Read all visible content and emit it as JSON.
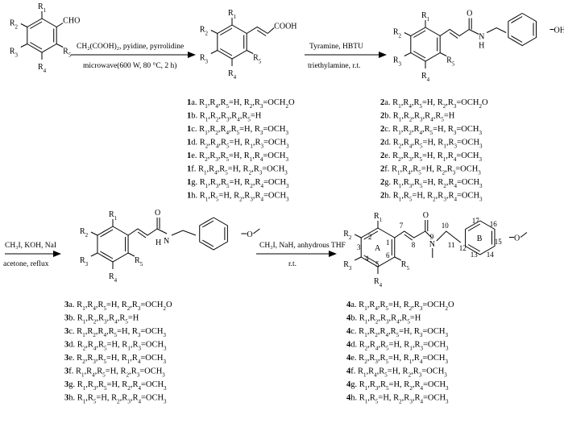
{
  "step1": {
    "reagents": "CH₂(COOH)₂, pyidine, pyrrolidine",
    "conditions": "microwave(600 W, 80 °C, 2 h)"
  },
  "step2": {
    "reagents": "Tyramine, HBTU",
    "conditions": "triethylamine, r.t."
  },
  "step3": {
    "reagents": "CH₃I, KOH, NaI",
    "conditions": "acetone, reflux"
  },
  "step4": {
    "reagents": "CH₃I, NaH, anhydrous THF",
    "conditions": "r.t."
  },
  "structure_labels": {
    "aldehyde_group": "CHO",
    "acid_group": "COOH",
    "hydroxyl_group": "OH",
    "amide_o": "O",
    "amide_nh": "N",
    "amide_h": "H",
    "ether_o": "O",
    "ring_a": "A",
    "ring_b": "B",
    "n_methyl_n": "N"
  },
  "series_1": [
    {
      "id": "1",
      "letter": "a",
      "text": "R1,R4,R5=H, R2,R3=OCH2O"
    },
    {
      "id": "1",
      "letter": "b",
      "text": "R1,R2,R3,R4,R5=H"
    },
    {
      "id": "1",
      "letter": "c",
      "text": "R1,R2,R4,R5=H, R3=OCH3"
    },
    {
      "id": "1",
      "letter": "d",
      "text": "R2,R4,R5=H, R1,R3=OCH3"
    },
    {
      "id": "1",
      "letter": "e",
      "text": "R2,R3,R5=H, R1,R4=OCH3"
    },
    {
      "id": "1",
      "letter": "f",
      "text": "R1,R4,R5=H, R2,R3=OCH3"
    },
    {
      "id": "1",
      "letter": "g",
      "text": "R1,R3,R5=H, R2,R4=OCH3"
    },
    {
      "id": "1",
      "letter": "h",
      "text": "R1,R5=H, R2,R3,R4=OCH3"
    }
  ],
  "series_2": [
    {
      "id": "2",
      "letter": "a",
      "text": "R1,R4,R5=H, R2,R3=OCH2O"
    },
    {
      "id": "2",
      "letter": "b",
      "text": "R1,R2,R3,R4,R5=H"
    },
    {
      "id": "2",
      "letter": "c",
      "text": "R1,R2,R4,R5=H, R3=OCH3"
    },
    {
      "id": "2",
      "letter": "d",
      "text": "R2,R4,R5=H, R1,R3=OCH3"
    },
    {
      "id": "2",
      "letter": "e",
      "text": "R2,R3,R5=H, R1,R4=OCH3"
    },
    {
      "id": "2",
      "letter": "f",
      "text": "R1,R4,R5=H, R2,R3=OCH3"
    },
    {
      "id": "2",
      "letter": "g",
      "text": "R1,R3,R5=H, R2,R4=OCH3"
    },
    {
      "id": "2",
      "letter": "h",
      "text": "R1,R5=H, R2,R3,R4=OCH3"
    }
  ],
  "series_3": [
    {
      "id": "3",
      "letter": "a",
      "text": "R1,R4,R5=H, R2,R3=OCH2O"
    },
    {
      "id": "3",
      "letter": "b",
      "text": "R1,R2,R3,R4,R5=H"
    },
    {
      "id": "3",
      "letter": "c",
      "text": "R1,R2,R4,R5=H, R3=OCH3"
    },
    {
      "id": "3",
      "letter": "d",
      "text": "R2,R4,R5=H, R1,R3=OCH3"
    },
    {
      "id": "3",
      "letter": "e",
      "text": "R2,R3,R5=H, R1,R4=OCH3"
    },
    {
      "id": "3",
      "letter": "f",
      "text": "R1,R4,R5=H, R2,R3=OCH3"
    },
    {
      "id": "3",
      "letter": "g",
      "text": "R1,R3,R5=H, R2,R4=OCH3"
    },
    {
      "id": "3",
      "letter": "h",
      "text": "R1,R5=H, R2,R3,R4=OCH3"
    }
  ],
  "series_4": [
    {
      "id": "4",
      "letter": "a",
      "text": "R1,R4,R5=H, R2,R3=OCH2O"
    },
    {
      "id": "4",
      "letter": "b",
      "text": "R1,R2,R3,R4,R5=H"
    },
    {
      "id": "4",
      "letter": "c",
      "text": "R1,R2,R4,R5=H, R3=OCH3"
    },
    {
      "id": "4",
      "letter": "d",
      "text": "R2,R4,R5=H, R1,R3=OCH3"
    },
    {
      "id": "4",
      "letter": "e",
      "text": "R2,R3,R5=H, R1,R4=OCH3"
    },
    {
      "id": "4",
      "letter": "f",
      "text": "R1,R4,R5=H, R2,R3=OCH3"
    },
    {
      "id": "4",
      "letter": "g",
      "text": "R1,R3,R5=H, R2,R4=OCH3"
    },
    {
      "id": "4",
      "letter": "h",
      "text": "R1,R5=H, R2,R3,R4=OCH3"
    }
  ],
  "atom_numbers": [
    "1",
    "2",
    "3",
    "4",
    "5",
    "6",
    "7",
    "8",
    "9",
    "10",
    "11",
    "12",
    "13",
    "14",
    "15",
    "16",
    "17"
  ]
}
